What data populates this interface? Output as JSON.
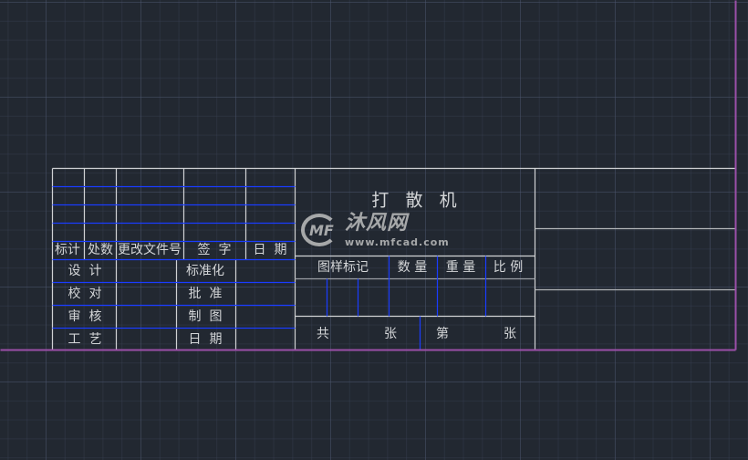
{
  "title_block": {
    "drawing_title": "打  散  机",
    "revision_headers": [
      "标计",
      "处数",
      "更改文件号",
      "签  字",
      "日  期"
    ],
    "left_roles": [
      "设  计",
      "校  对",
      "审  核",
      "工  艺"
    ],
    "right_roles": [
      "标准化",
      "批  准",
      "制  图",
      "日  期"
    ],
    "attribute_headers": [
      "图样标记",
      "数 量",
      "重 量",
      "比 例"
    ],
    "sheet_total_prefix": "共",
    "sheet_total_suffix": "张",
    "sheet_no_prefix": "第",
    "sheet_no_suffix": "张"
  },
  "watermark": {
    "logo": "MF",
    "name": "沐风网",
    "url": "www.mfcad.com"
  },
  "colors": {
    "white_line": "#d0d2d4",
    "blue_line": "#1a3cff",
    "border": "#9b4fa8",
    "background": "#222831"
  }
}
